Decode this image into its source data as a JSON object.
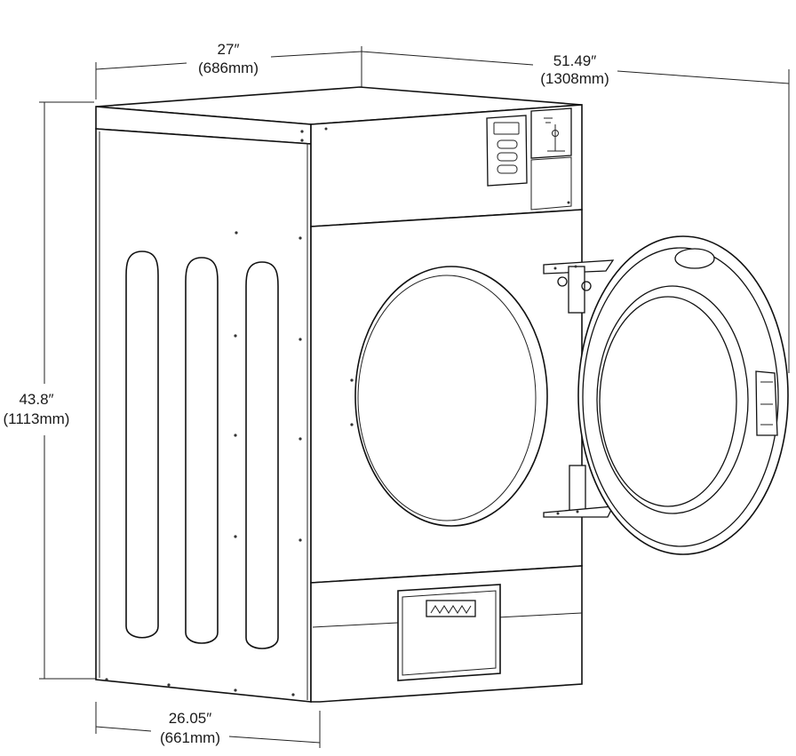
{
  "dimensions": {
    "width_imperial": "27″",
    "width_metric": "(686mm)",
    "depth_open_imperial": "51.49″",
    "depth_open_metric": "(1308mm)",
    "height_imperial": "43.8″",
    "height_metric": "(1113mm)",
    "depth_imperial": "26.05″",
    "depth_metric": "(661mm)"
  }
}
